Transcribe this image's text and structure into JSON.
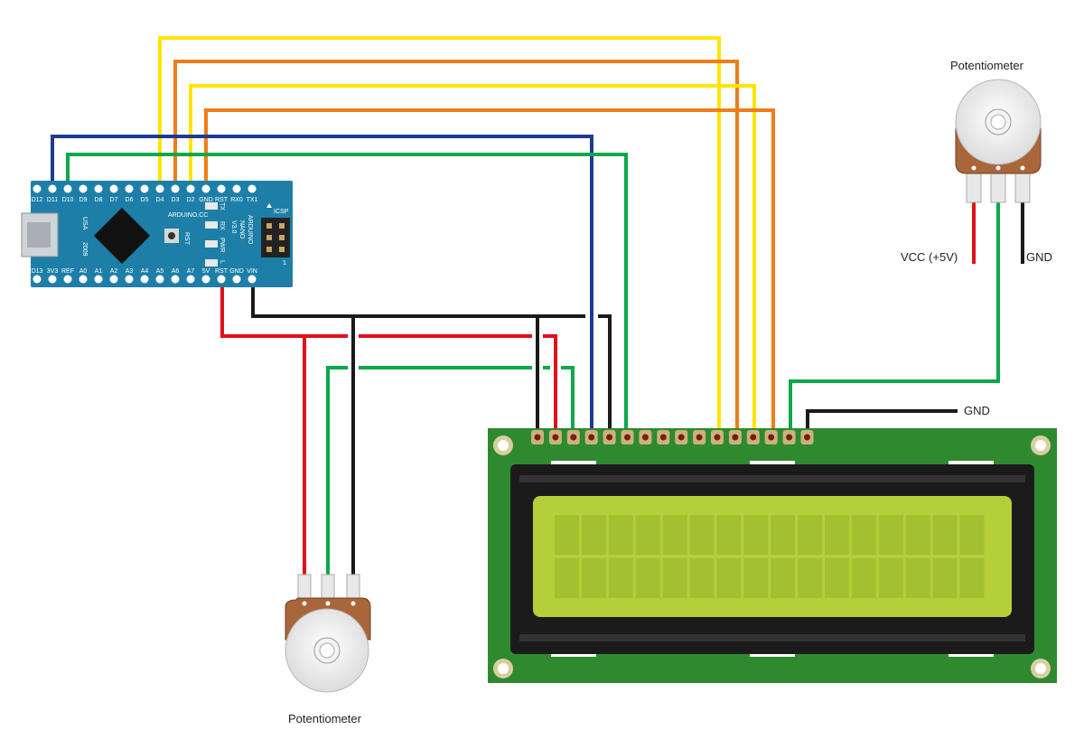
{
  "colors": {
    "wire_yellow": "#ffe500",
    "wire_orange": "#ef7d1a",
    "wire_blue": "#1e3a94",
    "wire_green": "#0ca84a",
    "wire_red": "#e0101b",
    "wire_black": "#1a1a1a",
    "nano_board": "#1d7fa8",
    "lcd_pcb": "#2f8a2f",
    "lcd_screen": "#b5cf3a",
    "pot_body": "#a9663a"
  },
  "nano": {
    "top_pins": [
      "D12",
      "D11",
      "D10",
      "D9",
      "D8",
      "D7",
      "D6",
      "D5",
      "D4",
      "D3",
      "D2",
      "GND",
      "RST",
      "RX0",
      "TX1"
    ],
    "bottom_pins": [
      "D13",
      "3V3",
      "REF",
      "A0",
      "A1",
      "A2",
      "A3",
      "A4",
      "A5",
      "A6",
      "A7",
      "5V",
      "RST",
      "GND",
      "VIN"
    ],
    "usa_label": "USA",
    "year_label": "2009",
    "site_label": "ARDUINO.CC",
    "rst_label": "RST",
    "name_lines": [
      "ARDUINO",
      "NANO",
      "V3.0"
    ],
    "led_labels": [
      "TX",
      "RX",
      "PWR",
      "L"
    ],
    "icsp_label": "ICSP",
    "icsp_one": "1"
  },
  "labels": {
    "pot_top_title": "Potentiometer",
    "pot_bottom_title": "Potentiometer",
    "vcc": "VCC (+5V)",
    "gnd_pot": "GND",
    "gnd_lcd": "GND"
  }
}
